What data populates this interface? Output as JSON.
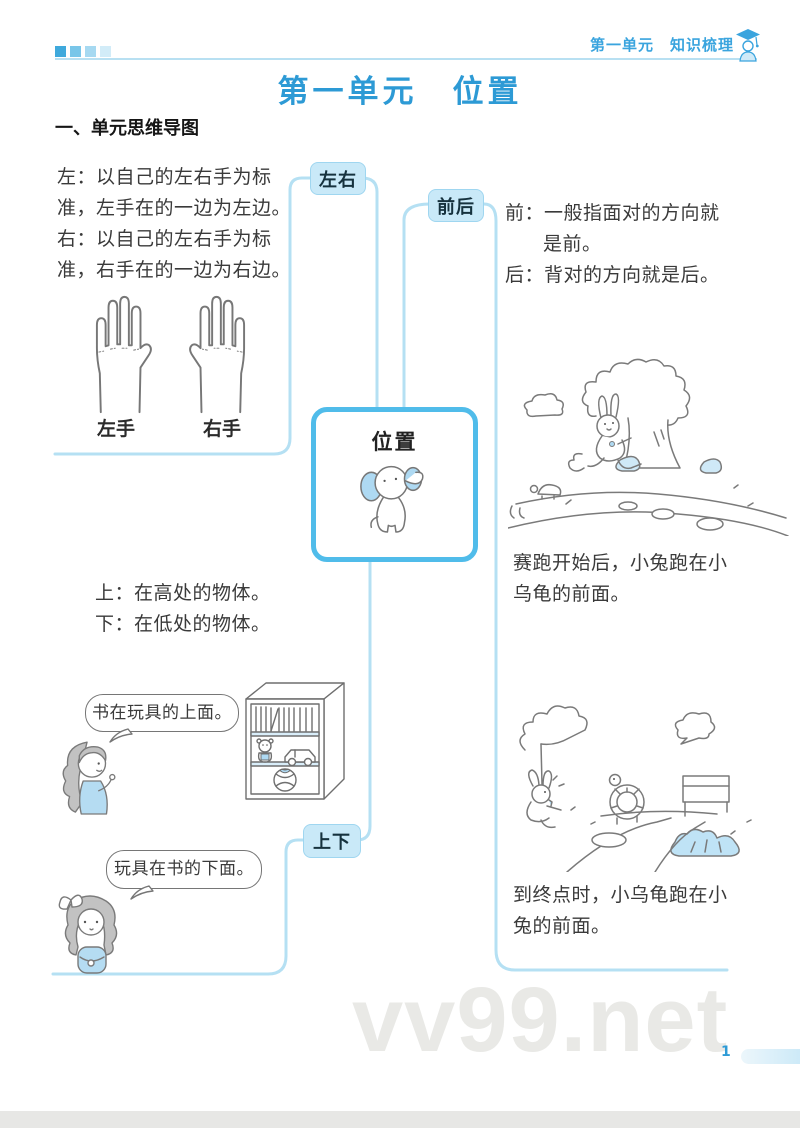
{
  "page": {
    "header": {
      "right_text": "第一单元　知识梳理"
    },
    "title": "第一单元　位置",
    "section_heading": "一、单元思维导图",
    "page_number": "1",
    "watermark": "vv99.net"
  },
  "mindmap": {
    "center_label": "位置",
    "center_icon": "elephant-illustration",
    "branches": {
      "left_right": {
        "badge": "左右",
        "lines": [
          "左：以自己的左右手为标",
          "准，左手在的一边为左边。",
          "右：以自己的左右手为标",
          "准，右手在的一边为右边。"
        ],
        "left_hand_label": "左手",
        "right_hand_label": "右手"
      },
      "front_back": {
        "badge": "前后",
        "lines": [
          "前：一般指面对的方向就",
          "是前。",
          "后：背对的方向就是后。"
        ],
        "caption_race_start": [
          "赛跑开始后，小兔跑在小",
          "乌龟的前面。"
        ],
        "caption_race_end": [
          "到终点时，小乌龟跑在小",
          "兔的前面。"
        ]
      },
      "up_down": {
        "badge": "上下",
        "lines": [
          "上：在高处的物体。",
          "下：在低处的物体。"
        ],
        "bubble_top": "书在玩具的上面。",
        "bubble_bottom": "玩具在书的下面。"
      }
    }
  },
  "colors": {
    "accent_blue": "#2d9ad5",
    "header_blue": "#3aa4de",
    "badge_fill": "#c9e9f8",
    "badge_border": "#9fd6f0",
    "node_border": "#50bcea",
    "connector": "#b5e0f3",
    "sketch_gray": "#777777",
    "illustration_blue": "#aed9f2",
    "watermark_gray": "#e9e9e6"
  }
}
